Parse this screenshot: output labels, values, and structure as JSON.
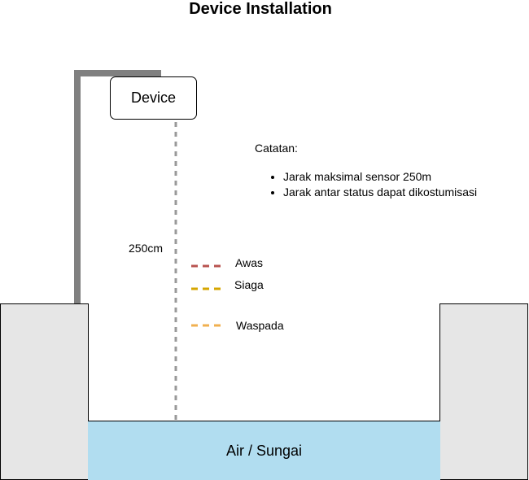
{
  "title": "Device Installation",
  "device": {
    "label": "Device"
  },
  "range_label": "250cm",
  "levels": [
    {
      "name": "Awas",
      "color": "#b85450"
    },
    {
      "name": "Siaga",
      "color": "#d6a600"
    },
    {
      "name": "Waspada",
      "color": "#f0b050"
    }
  ],
  "notes": {
    "title": "Catatan:",
    "items": [
      "Jarak maksimal sensor 250m",
      "Jarak antar status dapat dikostumisasi"
    ]
  },
  "water": {
    "label": "Air / Sungai"
  },
  "colors": {
    "pole": "#808080",
    "beam": "#999999",
    "wall": "#e6e6e6",
    "water": "#b1ddf0"
  }
}
